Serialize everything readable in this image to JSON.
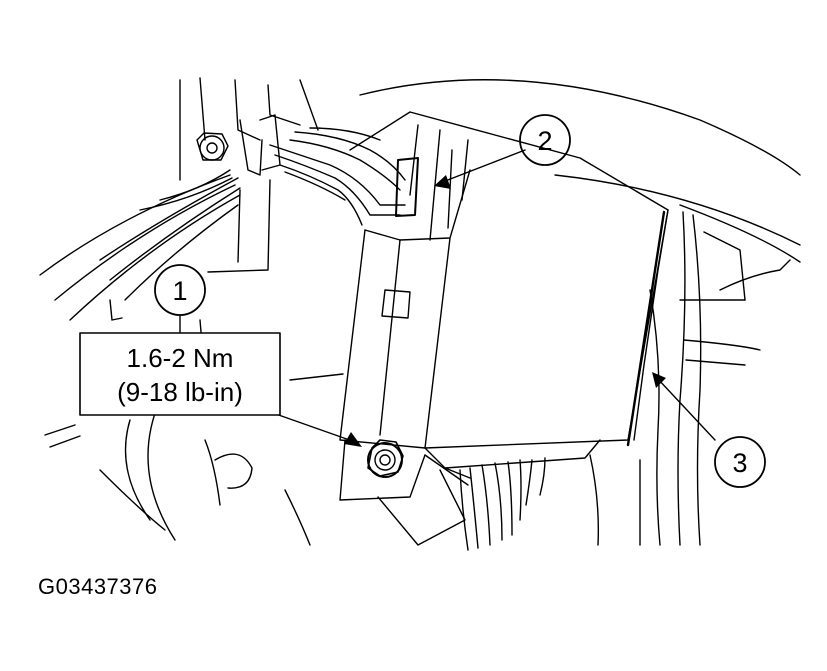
{
  "callouts": {
    "one": "1",
    "two": "2",
    "three": "3"
  },
  "torque_spec": {
    "metric": "1.6-2 Nm",
    "imperial": "(9-18 lb-in)"
  },
  "figure_id": "G03437376",
  "colors": {
    "line": "#000000",
    "background": "#ffffff"
  }
}
